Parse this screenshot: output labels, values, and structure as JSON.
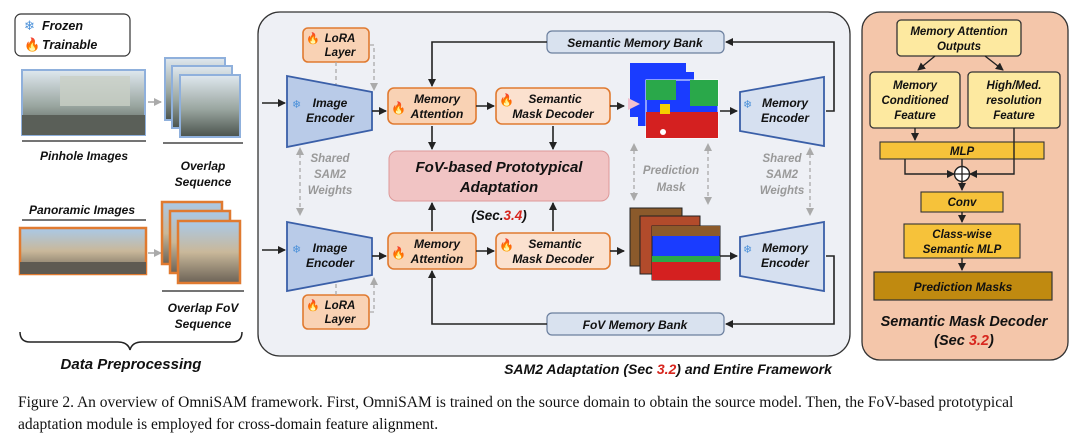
{
  "legend": {
    "frozen": "Frozen",
    "trainable": "Trainable"
  },
  "preprocessing": {
    "pinhole_images": "Pinhole Images",
    "overlap_sequence": [
      "Overlap",
      "Sequence"
    ],
    "panoramic_images": "Panoramic Images",
    "overlap_fov_sequence": [
      "Overlap FoV",
      "Sequence"
    ],
    "title": "Data Preprocessing"
  },
  "framework": {
    "lora_layer": [
      "LoRA",
      "Layer"
    ],
    "image_encoder": [
      "Image",
      "Encoder"
    ],
    "memory_attention": [
      "Memory",
      "Attention"
    ],
    "semantic_mask_decoder": [
      "Semantic",
      "Mask Decoder"
    ],
    "memory_encoder": [
      "Memory",
      "Encoder"
    ],
    "semantic_memory_bank": "Semantic Memory Bank",
    "fov_memory_bank": "FoV Memory Bank",
    "shared_sam2_weights": [
      "Shared",
      "SAM2",
      "Weights"
    ],
    "prediction_mask": [
      "Prediction",
      "Mask"
    ],
    "fov_adaptation": [
      "FoV-based Prototypical",
      "Adaptation"
    ],
    "sec_ref": {
      "prefix": "(Sec.",
      "num": "3.4",
      "suffix": ")"
    },
    "title": {
      "prefix": "SAM2 Adaptation (Sec ",
      "num": "3.2",
      "suffix": ") and Entire Framework"
    }
  },
  "decoder_panel": {
    "mem_attn_outputs": [
      "Memory Attention",
      "Outputs"
    ],
    "mem_cond_feature": [
      "Memory",
      "Conditioned",
      "Feature"
    ],
    "highmed_feature": [
      "High/Med.",
      "resolution",
      "Feature"
    ],
    "mlp": "MLP",
    "conv": "Conv",
    "classwise_mlp": [
      "Class-wise",
      "Semantic MLP"
    ],
    "prediction_masks": "Prediction Masks",
    "title": "Semantic Mask Decoder",
    "sec": {
      "prefix": "(Sec ",
      "num": "3.2",
      "suffix": ")"
    }
  },
  "caption": "Figure 2. An overview of OmniSAM framework. First, OmniSAM is trained on the source domain to obtain the source model. Then, the FoV-based prototypical adaptation module is employed for cross-domain feature alignment.",
  "colors": {
    "encoder_fill": "#b9cbe8",
    "encoder_stroke": "#3a5fa8",
    "orange_fill": "#f9d2b4",
    "orange_stroke": "#e07a30",
    "panel_fill": "#f4c6aa",
    "yellow_fill": "#fde9a0",
    "pred_fill": "#c08a10",
    "adapt_fill": "#f1c4c4",
    "accent_red": "#d7261e"
  }
}
